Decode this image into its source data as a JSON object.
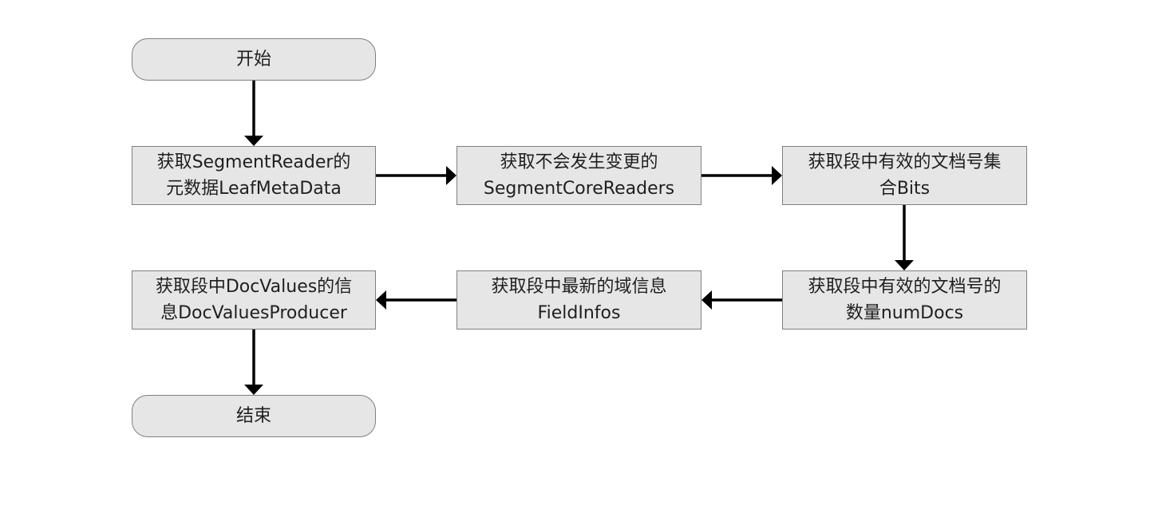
{
  "nodes": {
    "start": {
      "lines": [
        "开始"
      ]
    },
    "meta": {
      "lines": [
        "获取SegmentReader的",
        "元数据LeafMetaData"
      ]
    },
    "core": {
      "lines": [
        "获取不会发生变更的",
        "SegmentCoreReaders"
      ]
    },
    "bits": {
      "lines": [
        "获取段中有效的文档号集",
        "合Bits"
      ]
    },
    "numdocs": {
      "lines": [
        "获取段中有效的文档号的",
        "数量numDocs"
      ]
    },
    "fields": {
      "lines": [
        "获取段中最新的域信息",
        "FieldInfos"
      ]
    },
    "docvalues": {
      "lines": [
        "获取段中DocValues的信",
        "息DocValuesProducer"
      ]
    },
    "end": {
      "lines": [
        "结束"
      ]
    }
  },
  "colors": {
    "node_fill": "#e6e6e6",
    "node_border": "#7f7f7f",
    "arrow": "#000000",
    "text": "#1f1f1f"
  }
}
